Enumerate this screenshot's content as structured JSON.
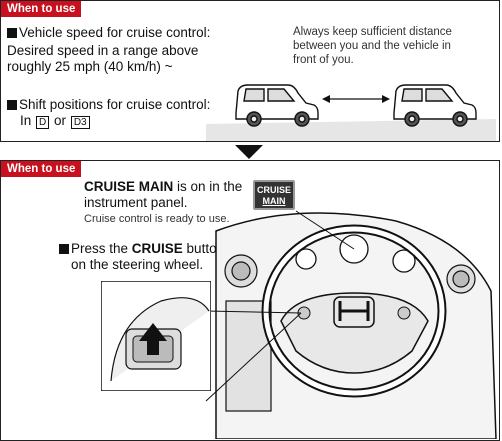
{
  "top": {
    "tag": "When to use",
    "speed_heading": "Vehicle speed for cruise control:",
    "speed_line1": "Desired speed in a range above",
    "speed_line2": "roughly 25 mph (40 km/h) ~",
    "distance_note": [
      "Always keep sufficient distance",
      "between you and the vehicle in",
      "front of you."
    ],
    "shift_heading": "Shift positions for cruise control:",
    "shift_in": "In",
    "shift_pos1": "D",
    "shift_or": "or",
    "shift_pos2": "D3"
  },
  "bottom": {
    "tag": "When to use",
    "cruise_main_bold": "CRUISE MAIN",
    "cruise_main_rest": " is on in the",
    "cruise_main_line2": "instrument panel.",
    "cruise_ready": "Cruise control is ready to use.",
    "indicator_line1": "CRUISE",
    "indicator_line2": "MAIN",
    "press_prefix": "Press the ",
    "press_bold": "CRUISE",
    "press_suffix": " button",
    "press_line2": "on the steering wheel."
  },
  "colors": {
    "tag_red": "#c8101e",
    "indicator_bg": "#333333"
  }
}
